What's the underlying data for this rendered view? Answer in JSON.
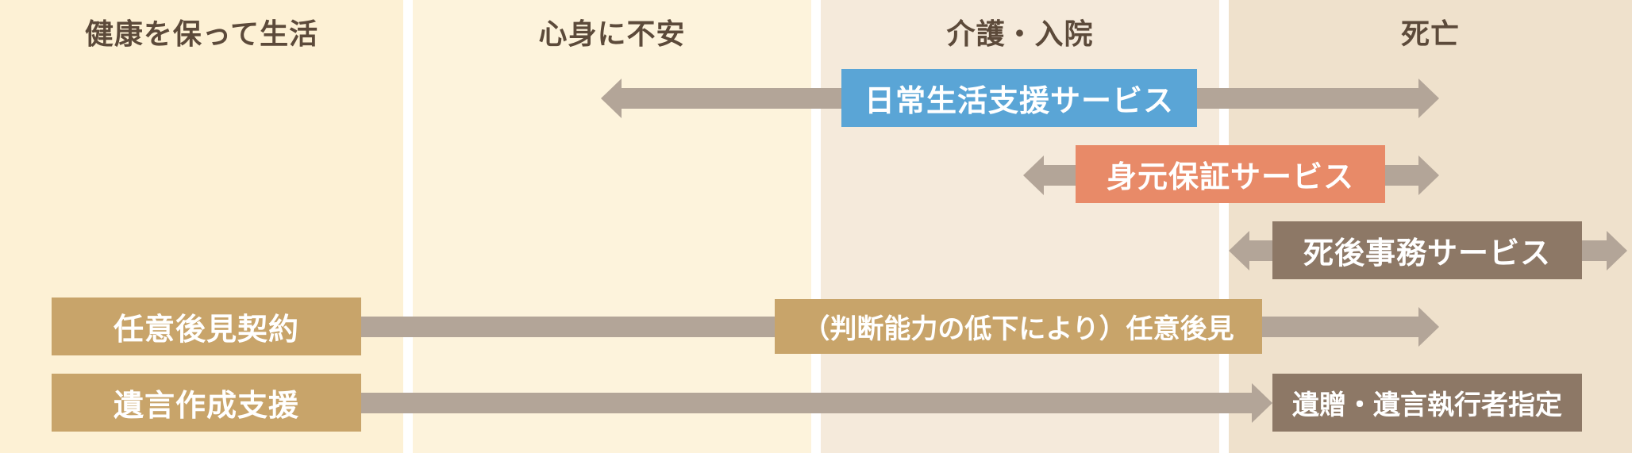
{
  "phases": [
    {
      "title": "健康を保って生活",
      "color": "#fdf1d5"
    },
    {
      "title": "心身に不安",
      "color": "#fdf3dc"
    },
    {
      "title": "介護・入院",
      "color": "#f5eadb"
    },
    {
      "title": "死亡",
      "color": "#efe1cc"
    }
  ],
  "services": {
    "daily_life": {
      "label": "日常生活支援サービス",
      "color": "#5aa5d6"
    },
    "guarantee": {
      "label": "身元保証サービス",
      "color": "#e88a68"
    },
    "after_death": {
      "label": "死後事務サービス",
      "color": "#8d7866"
    },
    "guardianship_contract": {
      "label": "任意後見契約",
      "color": "#c8a46a"
    },
    "guardianship": {
      "label": "（判断能力の低下により）任意後見",
      "color": "#c8a46a"
    },
    "will_support": {
      "label": "遺言作成支援",
      "color": "#c8a46a"
    },
    "bequest": {
      "label": "遺贈・遺言執行者指定",
      "color": "#8d7866"
    }
  }
}
